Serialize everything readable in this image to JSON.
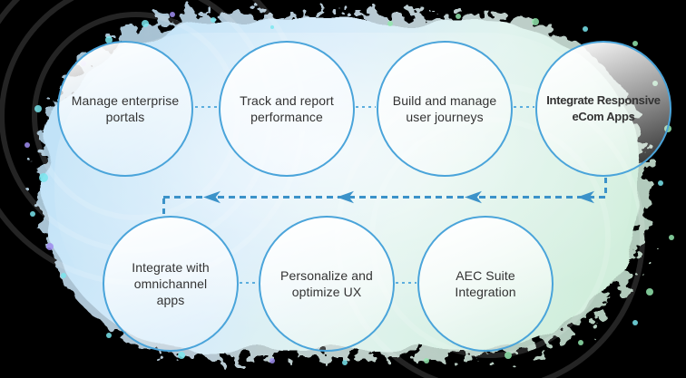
{
  "diagram": {
    "nodes": [
      {
        "label": "Manage enterprise portals",
        "lines": [
          "Manage enterprise",
          "portals"
        ]
      },
      {
        "label": "Track and report performance",
        "lines": [
          "Track and report",
          "performance"
        ]
      },
      {
        "label": "Build and manage user journeys",
        "lines": [
          "Build and manage",
          "user journeys"
        ]
      },
      {
        "label": "Integrate Responsive eCom Apps",
        "lines": [
          "Integrate Responsive",
          "eCom Apps"
        ],
        "bold": true
      },
      {
        "label": "Integrate with omnichannel apps",
        "lines": [
          "Integrate with",
          "omnichannel",
          "apps"
        ]
      },
      {
        "label": "Personalize and optimize UX",
        "lines": [
          "Personalize and",
          "optimize UX"
        ]
      },
      {
        "label": "AEC Suite Integration",
        "lines": [
          "AEC Suite",
          "Integration"
        ]
      }
    ],
    "flow_arrow_count": 4
  },
  "colors": {
    "background": "#000000",
    "blob_blue": "#c0e2f7",
    "blob_green": "#d0eedb",
    "node_border": "#4aa4da",
    "flow_line": "#3b92c9",
    "connector_dash": "#5caede",
    "text": "#333333",
    "speckle_cyan": "#7ae7ef",
    "speckle_purple": "#a18ff2",
    "speckle_green": "#93e7ae"
  }
}
